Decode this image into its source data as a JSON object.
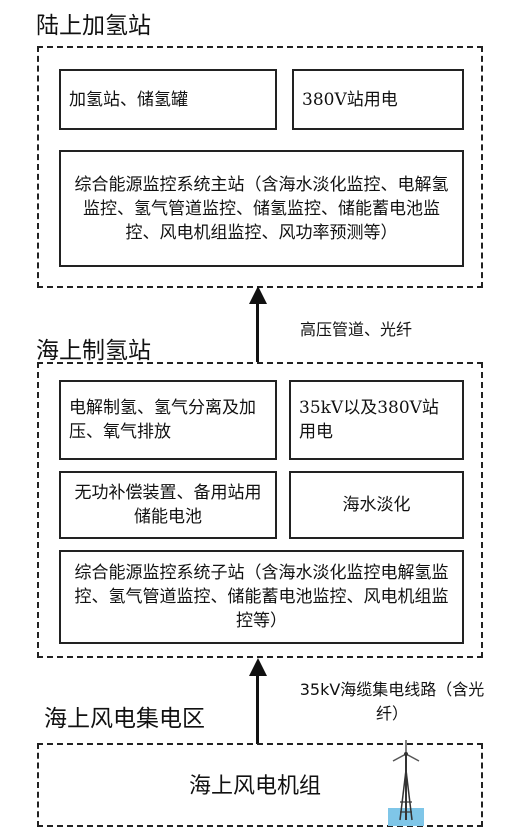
{
  "onshore": {
    "title": "陆上加氢站",
    "box_hydrogen": "加氢站、储氢罐",
    "box_power": "380V站用电",
    "box_master": "综合能源监控系统主站（含海水淡化监控、电解氢监控、氢气管道监控、储氢监控、储能蓄电池监控、风电机组监控、风功率预测等）"
  },
  "link_top": "高压管道、光纤",
  "offshore": {
    "title": "海上制氢站",
    "box_electrolysis": "电解制氢、氢气分离及加压、氧气排放",
    "box_power": "35kV以及380V站用电",
    "box_reactive": "无功补偿装置、备用站用储能电池",
    "box_desal": "海水淡化",
    "box_substation": "综合能源监控系统子站（含海水淡化监控电解氢监控、氢气管道监控、储能蓄电池监控、风电机组监控等）"
  },
  "link_bottom": "35kV海缆集电线路（含光纤）",
  "wind": {
    "title": "海上风电集电区",
    "box_turbines": "海上风电机组",
    "turbine_icon": "wind-turbine-icon"
  }
}
